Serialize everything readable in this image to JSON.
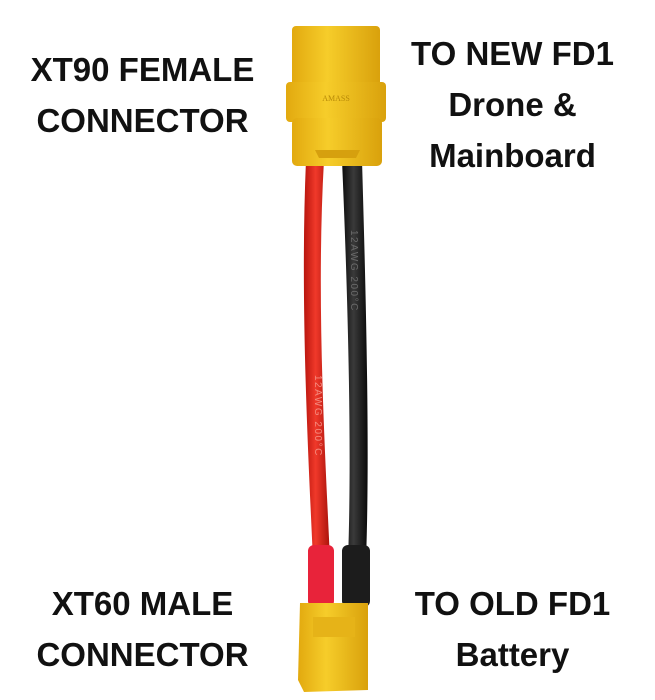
{
  "labels": {
    "top_left": [
      "XT90 FEMALE",
      "CONNECTOR"
    ],
    "top_right": [
      "TO NEW FD1",
      "Drone &",
      "Mainboard"
    ],
    "bottom_left": [
      "XT60 MALE",
      "CONNECTOR"
    ],
    "bottom_right": [
      "TO OLD FD1",
      "Battery"
    ]
  },
  "product": {
    "top_connector_marking": "AMASS",
    "wire_marking": "12AWG 200°C",
    "colors": {
      "connector": "#f2c21b",
      "red_wire": "#e0261c",
      "black_wire": "#1a1a1a"
    }
  }
}
